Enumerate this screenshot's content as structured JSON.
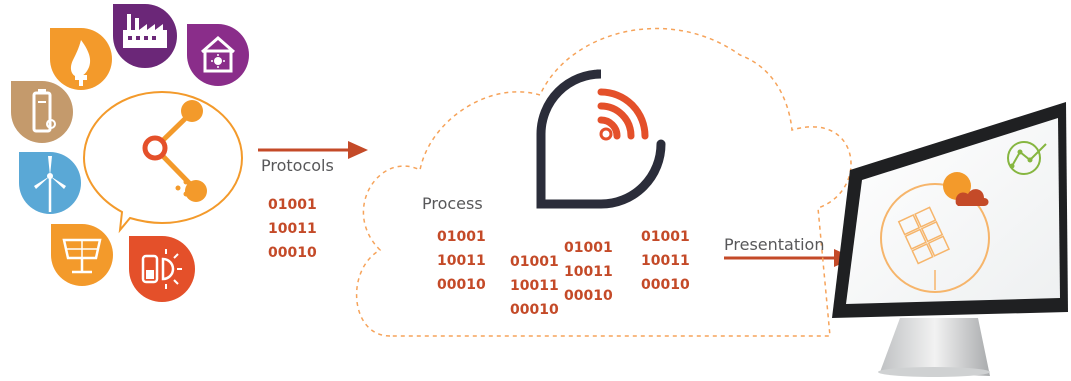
{
  "labels": {
    "protocols": "Protocols",
    "process": "Process",
    "presentation": "Presentation"
  },
  "binary": {
    "protocols": [
      "01001",
      "10011",
      "00010"
    ],
    "cloud_1": [
      "01001",
      "10011",
      "00010"
    ],
    "cloud_2": [
      "01001",
      "10011",
      "00010"
    ],
    "cloud_3": [
      "01001",
      "10011",
      "00010"
    ],
    "cloud_4": [
      "01001",
      "10011",
      "00010"
    ]
  },
  "colors": {
    "orange": "#f39a2b",
    "red_orange": "#e4502a",
    "purple": "#6b2778",
    "tan": "#c49a6c",
    "blue": "#5aa8d6",
    "arrow": "#c44a28",
    "dark": "#2b2d3a",
    "green": "#86b640"
  },
  "icons": [
    "flame-plug-icon",
    "factory-icon",
    "smart-home-icon",
    "battery-icon",
    "wind-turbine-icon",
    "solar-panel-icon",
    "battery-sun-icon",
    "share-network-icon",
    "signal-bubble-icon",
    "monitor-icon"
  ]
}
